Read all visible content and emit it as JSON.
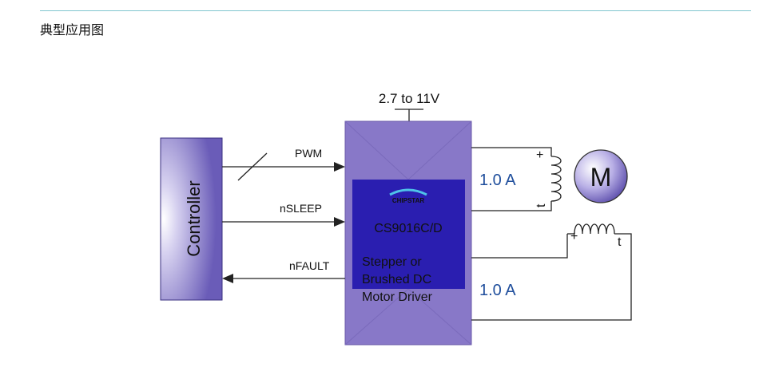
{
  "section_title": "典型应用图",
  "diagram": {
    "supply_label": "2.7 to 11V",
    "controller_label": "Controller",
    "signals": {
      "pwm": "PWM",
      "nsleep": "nSLEEP",
      "nfault": "nFAULT"
    },
    "chip": {
      "logo_text": "CHIPSTAR",
      "part_number": "CS9016C/D",
      "desc_line1": "Stepper or",
      "desc_line2": "Brushed DC",
      "desc_line3": "Motor Driver"
    },
    "currents": {
      "upper": "1.0 A",
      "lower": "1.0 A"
    },
    "motor_label": "M",
    "coil_plus": "+",
    "coil_t": "t"
  },
  "colors": {
    "chip_body": "#8878c8",
    "chip_core": "#2a1eb0",
    "current_text": "#1f4e9c",
    "accent_rule": "#7fc6cf"
  }
}
